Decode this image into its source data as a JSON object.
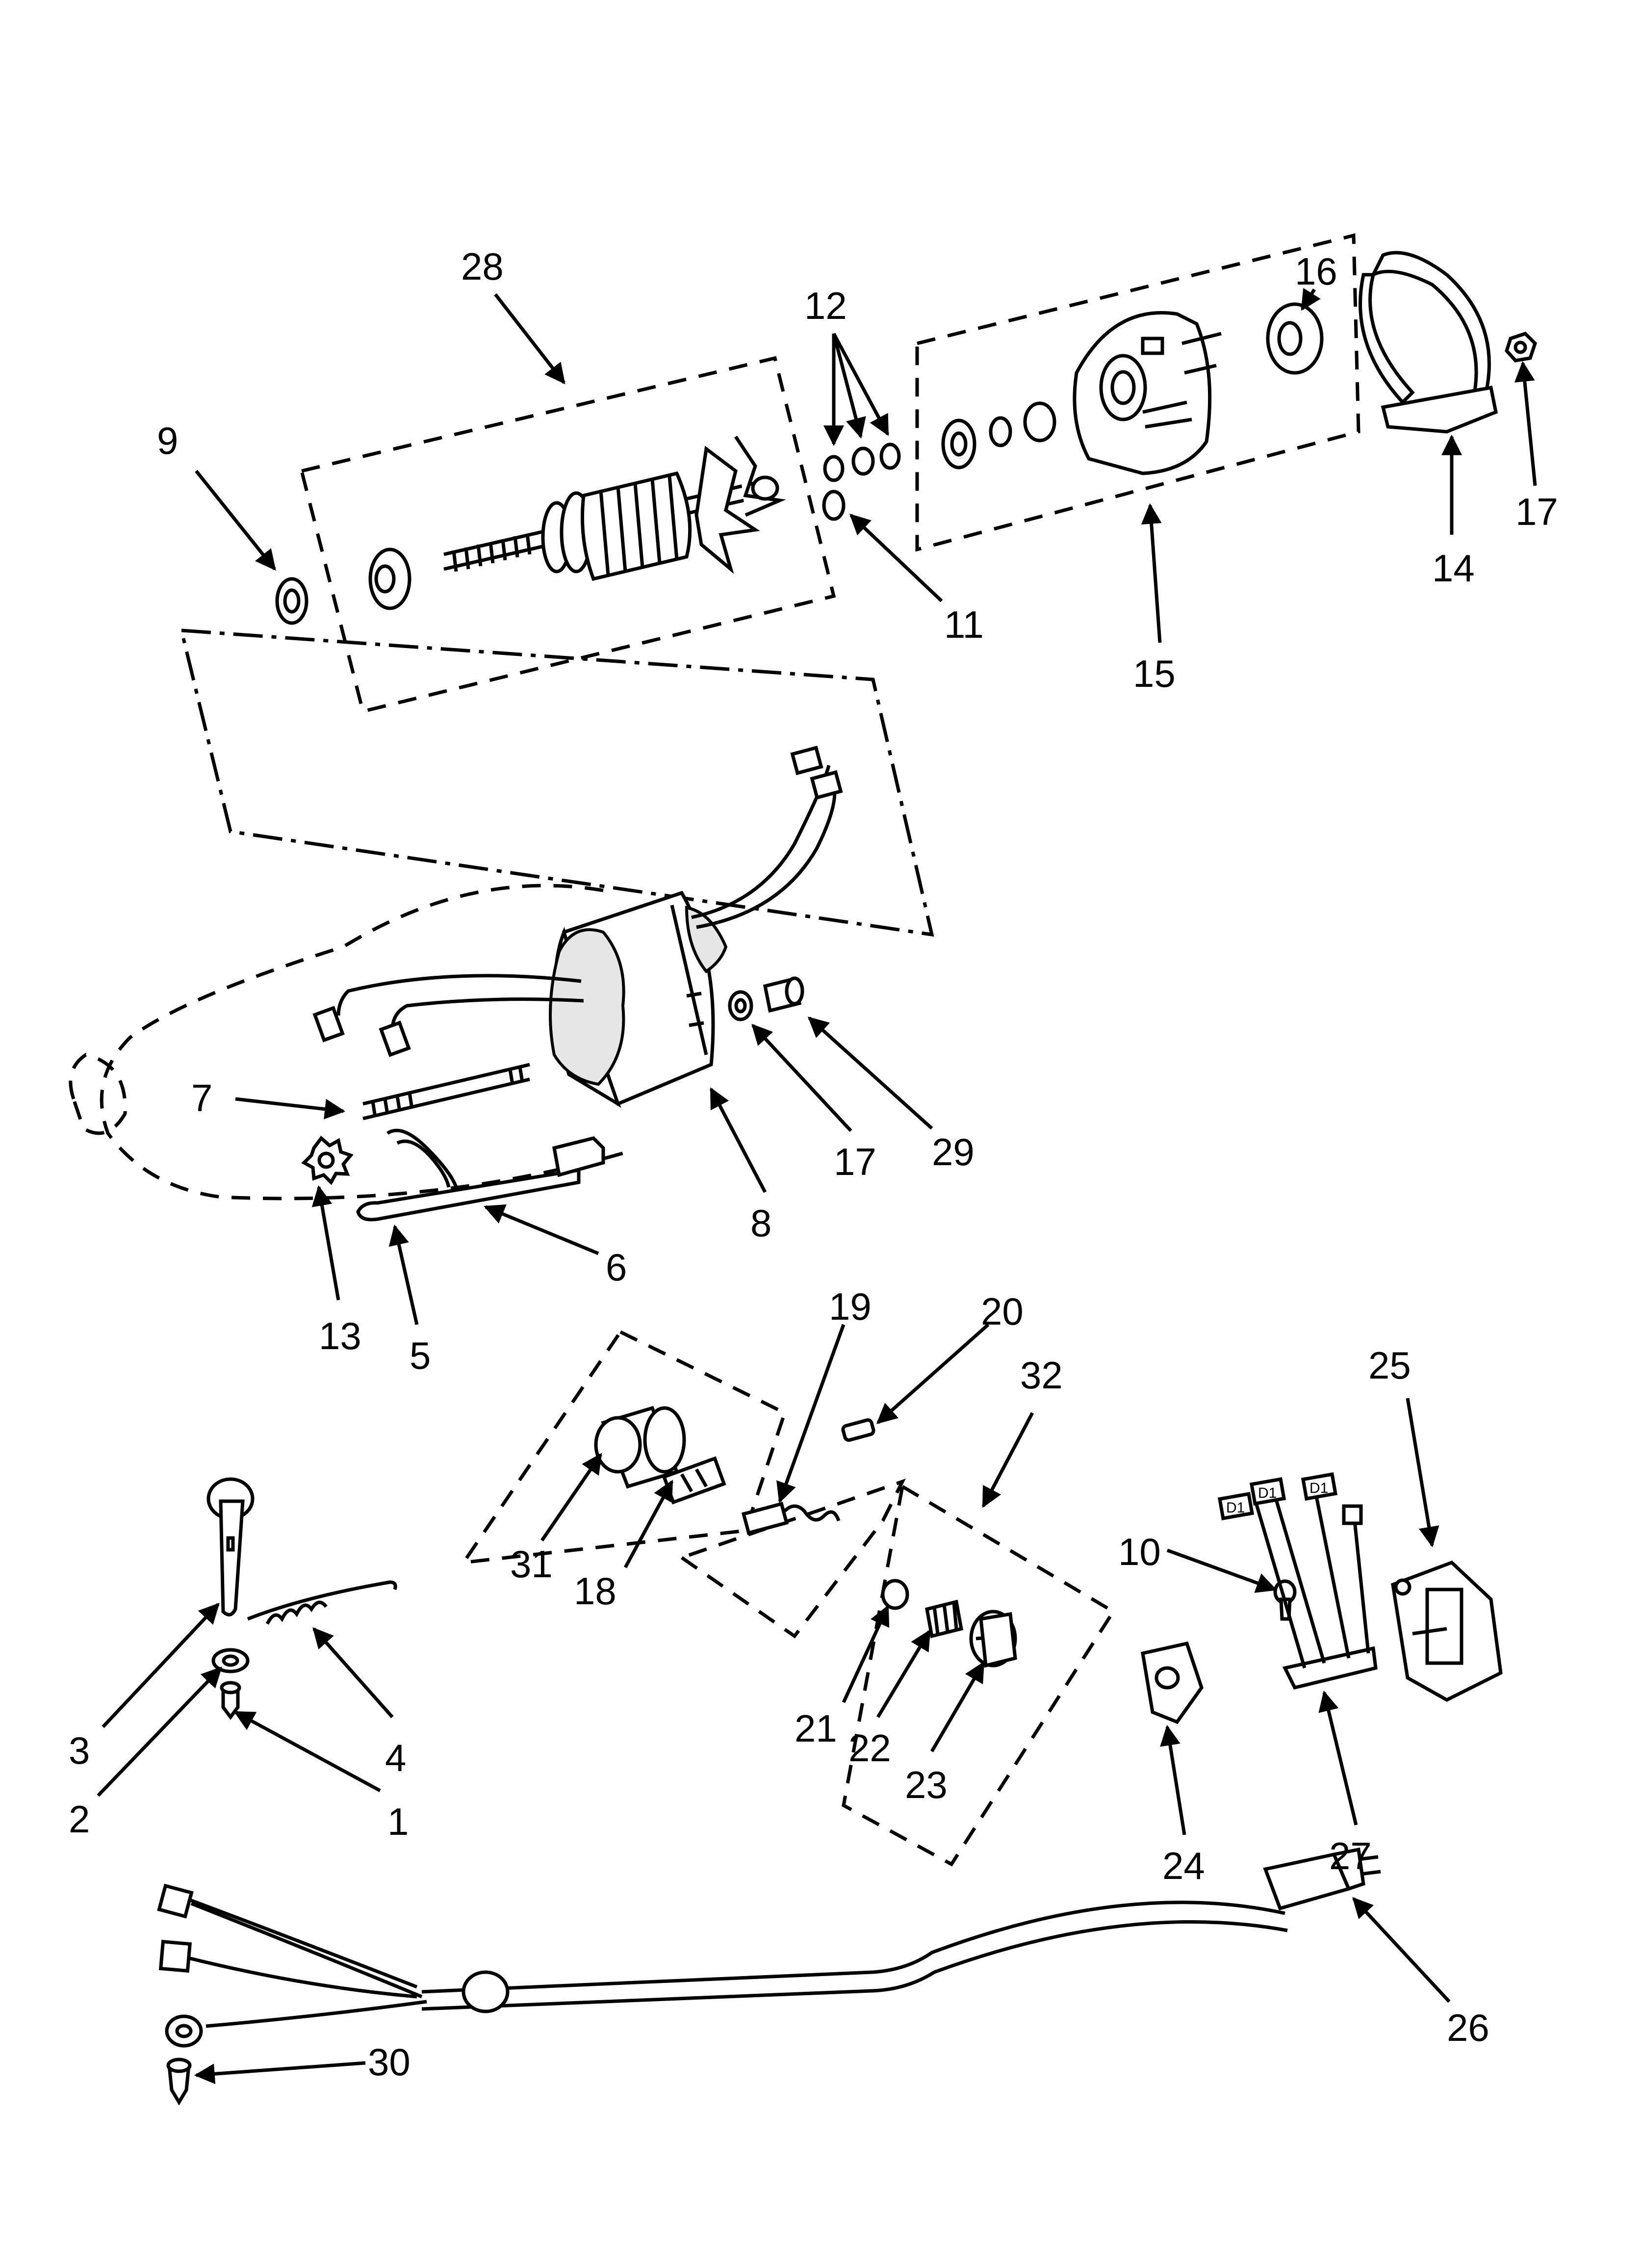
{
  "callouts": {
    "c1": "1",
    "c2": "2",
    "c3": "3",
    "c4": "4",
    "c5": "5",
    "c6": "6",
    "c7": "7",
    "c8": "8",
    "c9": "9",
    "c10": "10",
    "c11": "11",
    "c12": "12",
    "c13": "13",
    "c14": "14",
    "c15": "15",
    "c16": "16",
    "c17a": "17",
    "c17b": "17",
    "c18": "18",
    "c19": "19",
    "c20": "20",
    "c21": "21",
    "c22": "22",
    "c23": "23",
    "c24": "24",
    "c25": "25",
    "c26": "26",
    "c27": "27",
    "c28": "28",
    "c29": "29",
    "c30": "30",
    "c31": "31",
    "c32": "32"
  },
  "wire_tags": {
    "t1": "D1",
    "t2": "D1",
    "t3": "D1"
  }
}
